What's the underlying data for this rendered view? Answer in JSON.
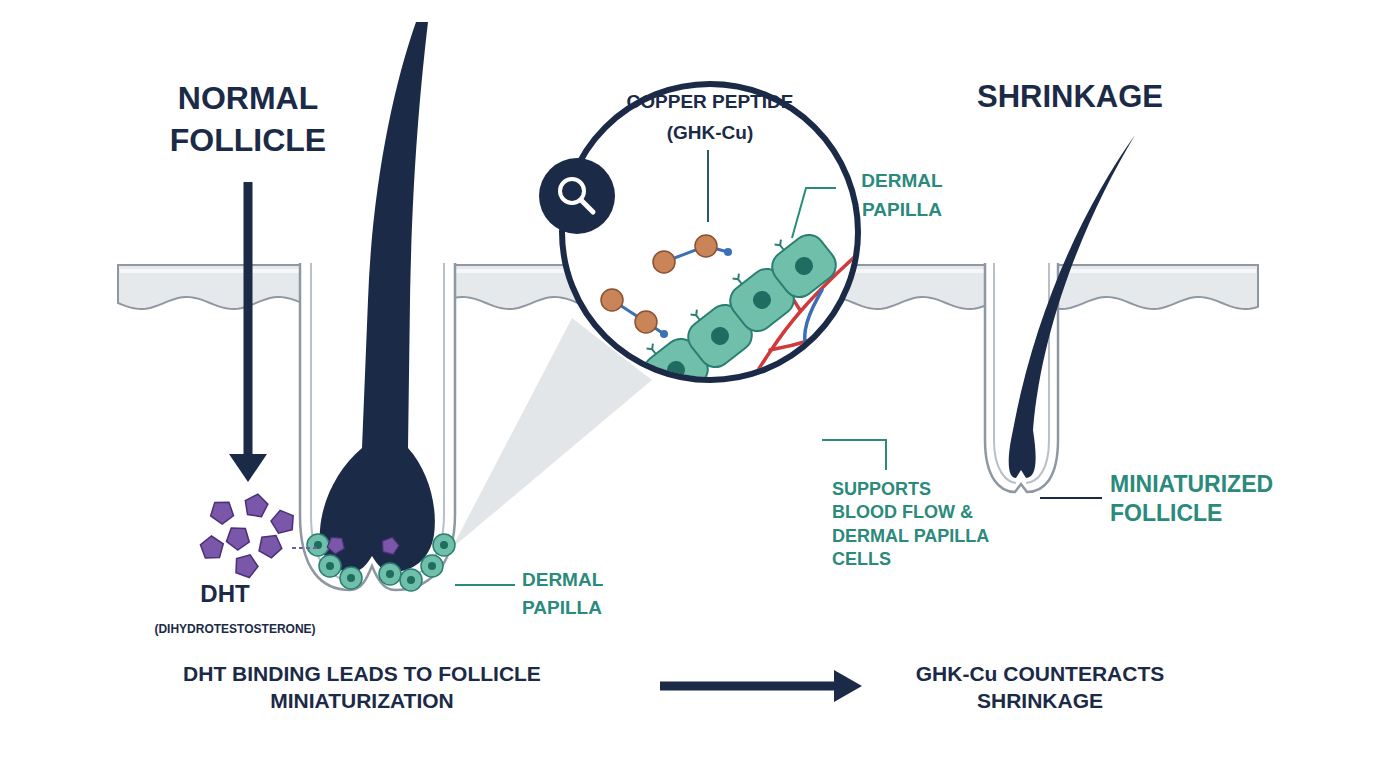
{
  "diagram": {
    "labels": [
      "NORMAL FOLLICLE",
      "COPPER PEPTIDE (GHK-Cu)",
      "SHRINKAGE",
      "DERMAL PAPILLA",
      "SUPPORTS BLOOD FLOW & DERMAL PAPILLA CELLS",
      "MINIATURIZED FOLLICLE",
      "DHT",
      "(DIHYDROTESTOSTERONE)",
      "DERMAL PAPILLA",
      "DHT BINDING LEADS TO FOLLICLE MINIATURIZATION",
      "GHK-Cu COUNTERACTS SHRINKAGE"
    ]
  }
}
